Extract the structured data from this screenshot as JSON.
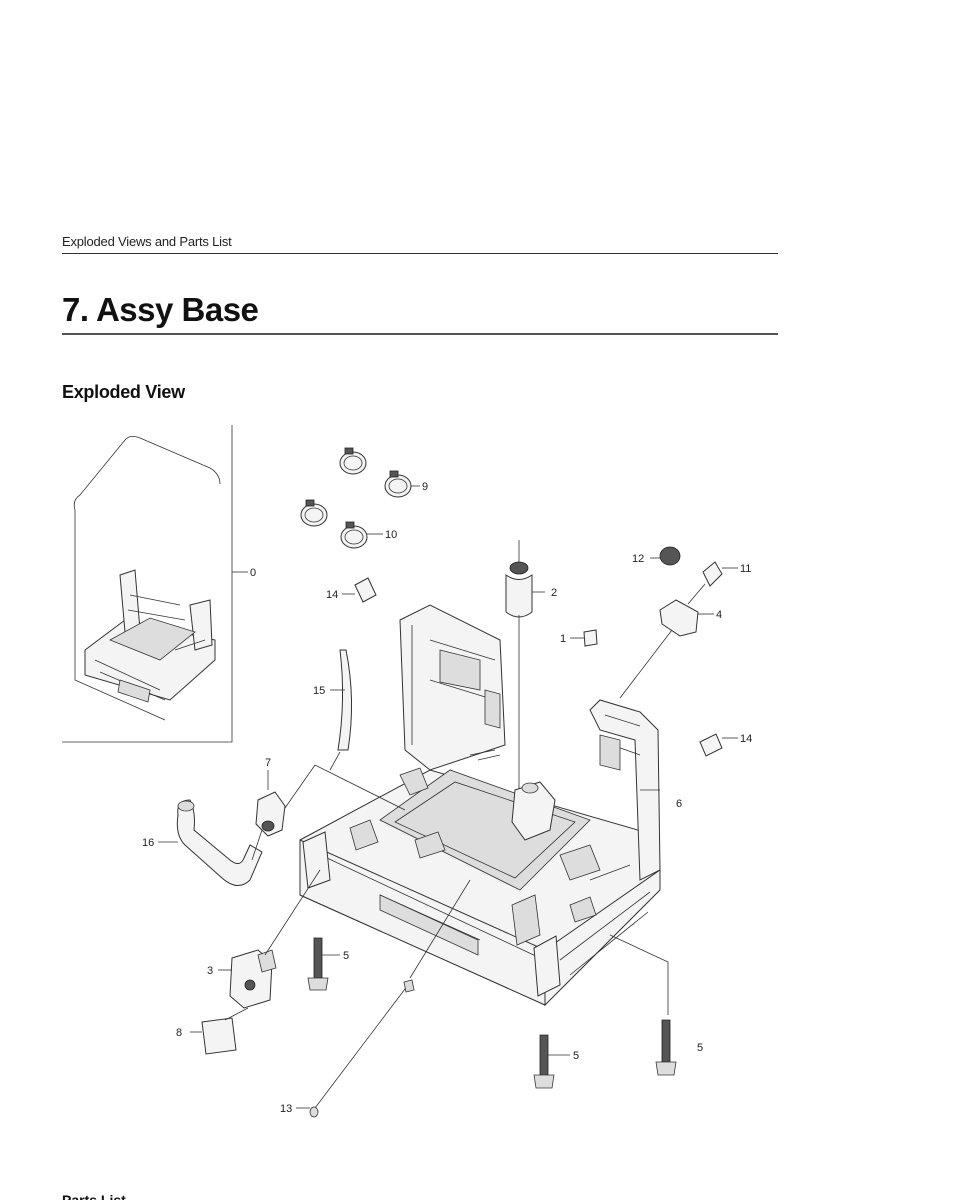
{
  "header": {
    "running_head": "Exploded Views and Parts List",
    "page_title": "7.  Assy Base",
    "section_title": "Exploded View",
    "next_section_title": "Parts List"
  },
  "callouts": {
    "c0": "0",
    "c1": "1",
    "c2": "2",
    "c3": "3",
    "c4": "4",
    "c5a": "5",
    "c5b": "5",
    "c5c": "5",
    "c6": "6",
    "c7": "7",
    "c8": "8",
    "c9": "9",
    "c10": "10",
    "c11": "11",
    "c12": "12",
    "c13": "13",
    "c14a": "14",
    "c14b": "14",
    "c15": "15",
    "c16": "16"
  }
}
